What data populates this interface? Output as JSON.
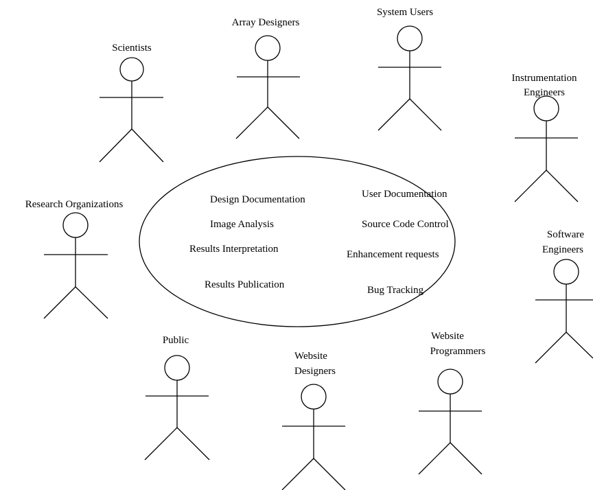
{
  "use_cases": [
    "Design Documentation",
    "User Documentation",
    "Image Analysis",
    "Source Code Control",
    "Results Interpretation",
    "Enhancement requests",
    "Results Publication",
    "Bug Tracking"
  ],
  "actors": [
    {
      "id": "scientists",
      "label": [
        "Scientists"
      ]
    },
    {
      "id": "array-designers",
      "label": [
        "Array Designers"
      ]
    },
    {
      "id": "system-users",
      "label": [
        "System Users"
      ]
    },
    {
      "id": "instrumentation-engineers",
      "label": [
        "Instrumentation",
        "Engineers"
      ]
    },
    {
      "id": "research-organizations",
      "label": [
        "Research Organizations"
      ]
    },
    {
      "id": "software-engineers",
      "label": [
        "Software",
        "Engineers"
      ]
    },
    {
      "id": "public",
      "label": [
        "Public"
      ]
    },
    {
      "id": "website-designers",
      "label": [
        "Website",
        "Designers"
      ]
    },
    {
      "id": "website-programmers",
      "label": [
        "Website",
        "Programmers"
      ]
    }
  ]
}
